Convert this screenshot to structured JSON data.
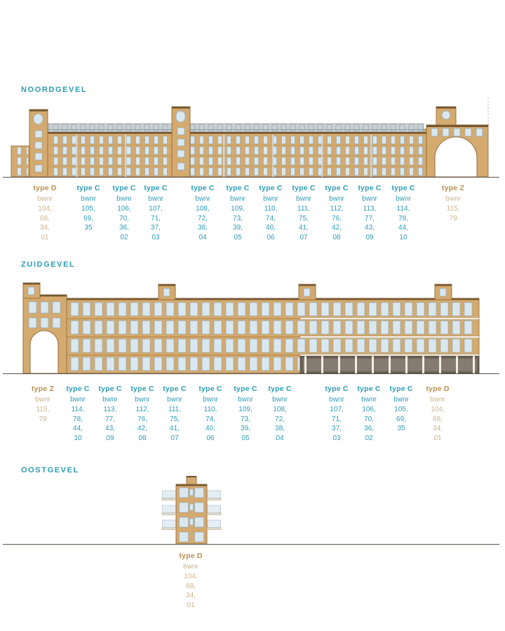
{
  "colors": {
    "teal": "#2E9CB5",
    "tan": "#B9904F",
    "tan_light": "#CBB58C"
  },
  "sections": {
    "noord": {
      "title": "NOORDGEVEL",
      "labels": [
        {
          "variant": "tan",
          "type": "type D",
          "bwnr": "bwnr",
          "numbers": "104,\n68,\n34,\n01"
        },
        {
          "variant": "teal",
          "type": "type C",
          "bwnr": "bwnr",
          "numbers": "105,\n69,\n35"
        },
        {
          "variant": "teal",
          "type": "type C",
          "bwnr": "bwnr",
          "numbers": "106,\n70,\n36,\n02"
        },
        {
          "variant": "teal",
          "type": "type C",
          "bwnr": "bwnr",
          "numbers": "107,\n71,\n37,\n03"
        },
        {
          "variant": "teal",
          "type": "type C",
          "bwnr": "bwnr",
          "numbers": "108,\n72,\n38,\n04"
        },
        {
          "variant": "teal",
          "type": "type C",
          "bwnr": "bwnr",
          "numbers": "109,\n73,\n39,\n05"
        },
        {
          "variant": "teal",
          "type": "type C",
          "bwnr": "bwnr",
          "numbers": "110,\n74,\n40,\n06"
        },
        {
          "variant": "teal",
          "type": "type C",
          "bwnr": "bwnr",
          "numbers": "111,\n75,\n41,\n07"
        },
        {
          "variant": "teal",
          "type": "type C",
          "bwnr": "bwnr",
          "numbers": "112,\n76,\n42,\n08"
        },
        {
          "variant": "teal",
          "type": "type C",
          "bwnr": "bwnr",
          "numbers": "113,\n77,\n43,\n09"
        },
        {
          "variant": "teal",
          "type": "type C",
          "bwnr": "bwnr",
          "numbers": "114,\n78,\n44,\n10"
        },
        {
          "variant": "tan",
          "type": "type Z",
          "bwnr": "bwnr",
          "numbers": "115,\n79"
        }
      ]
    },
    "zuid": {
      "title": "ZUIDGEVEL",
      "labels": [
        {
          "variant": "tan",
          "type": "type Z",
          "bwnr": "bwnr",
          "numbers": "115,\n79"
        },
        {
          "variant": "teal",
          "type": "type C",
          "bwnr": "bwnr",
          "numbers": "114,\n78,\n44,\n10"
        },
        {
          "variant": "teal",
          "type": "type C",
          "bwnr": "bwnr",
          "numbers": "113,\n77,\n43,\n09"
        },
        {
          "variant": "teal",
          "type": "type C",
          "bwnr": "bwnr",
          "numbers": "112,\n76,\n42,\n08"
        },
        {
          "variant": "teal",
          "type": "type C",
          "bwnr": "bwnr",
          "numbers": "111,\n75,\n41,\n07"
        },
        {
          "variant": "teal",
          "type": "type C",
          "bwnr": "bwnr",
          "numbers": "110,\n74,\n40,\n06"
        },
        {
          "variant": "teal",
          "type": "type C",
          "bwnr": "bwnr",
          "numbers": "109,\n73,\n39,\n05"
        },
        {
          "variant": "teal",
          "type": "type C",
          "bwnr": "bwnr",
          "numbers": "108,\n72,\n38,\n04"
        },
        {
          "variant": "teal",
          "type": "type C",
          "bwnr": "bwnr",
          "numbers": "107,\n71,\n37,\n03"
        },
        {
          "variant": "teal",
          "type": "type C",
          "bwnr": "bwnr",
          "numbers": "106,\n70,\n36,\n02"
        },
        {
          "variant": "teal",
          "type": "type C",
          "bwnr": "bwnr",
          "numbers": "105,\n69,\n35"
        },
        {
          "variant": "tan",
          "type": "type D",
          "bwnr": "bwnr",
          "numbers": "104,\n68,\n34,\n01"
        }
      ]
    },
    "oost": {
      "title": "OOSTGEVEL",
      "labels": [
        {
          "variant": "tan",
          "type": "type D",
          "bwnr": "bwnr",
          "numbers": "104,\n68,\n34,\n01"
        }
      ]
    }
  }
}
